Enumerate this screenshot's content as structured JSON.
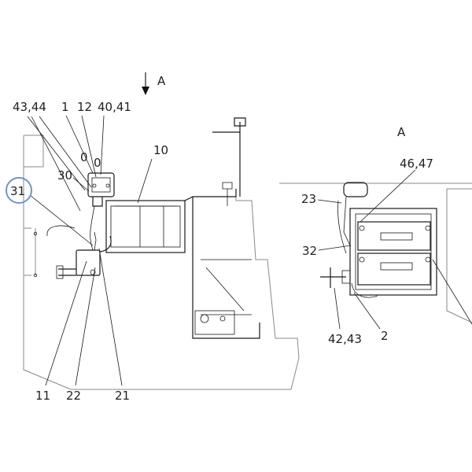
{
  "view_marker": "A",
  "view_label": "A",
  "callouts": {
    "c_43_44": "43,44",
    "c_1": "1",
    "c_12": "12",
    "c_40_41": "40,41",
    "c_10": "10",
    "c_30": "30",
    "c_31": "31",
    "c_11": "11",
    "c_22": "22",
    "c_21": "21",
    "c_23": "23",
    "c_46_47": "46,47",
    "c_32": "32",
    "c_42_43": "42,43",
    "c_2": "2"
  },
  "highlighted_callout": "31",
  "highlight_color": "#6f95c8"
}
